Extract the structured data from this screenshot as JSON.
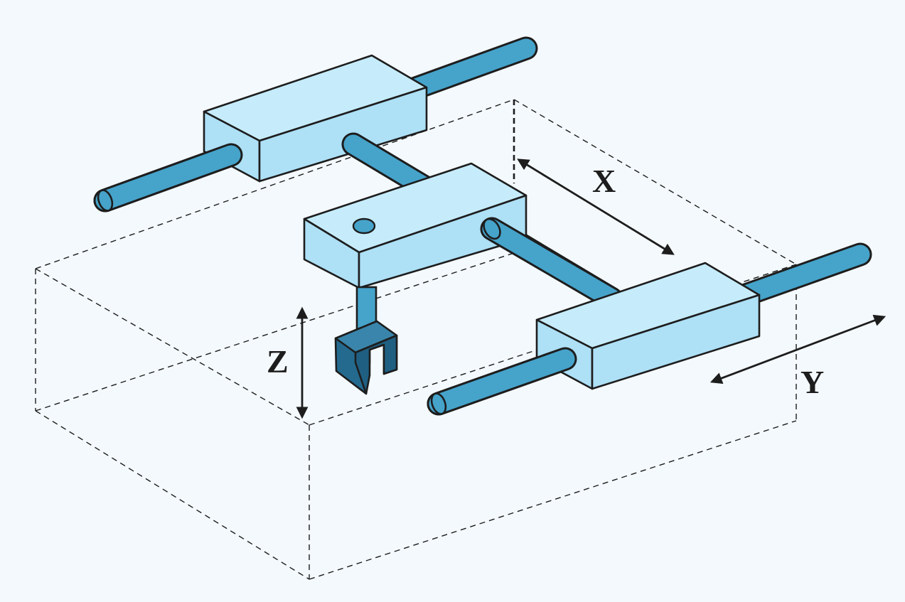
{
  "axes": {
    "x_label": "X",
    "y_label": "Y",
    "z_label": "Z"
  },
  "colors": {
    "background": "#f4f9fd",
    "block_fill": "#aee0f6",
    "rod_fill": "#46a3ca",
    "gripper_fill": "#246a8f",
    "outline": "#1d1d1d"
  },
  "icons": [
    "gantry-robot-illustration",
    "double-arrow-icon",
    "gripper-icon"
  ]
}
